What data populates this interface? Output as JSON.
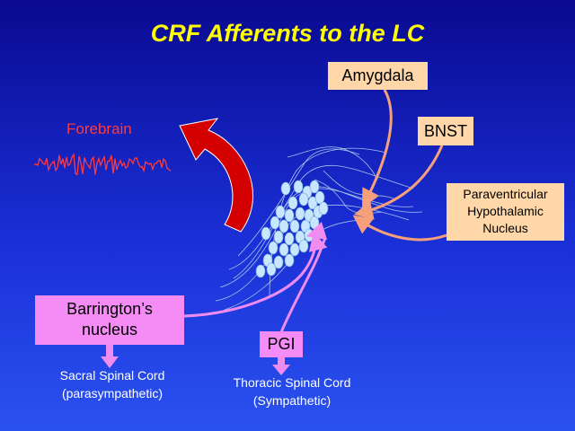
{
  "title": "CRF Afferents to the LC",
  "forebrain_label": "Forebrain",
  "boxes": {
    "amygdala": "Amygdala",
    "bnst": "BNST",
    "pvn": [
      "Paraventricular",
      "Hypothalamic",
      "Nucleus"
    ],
    "barrington": [
      "Barrington’s",
      "nucleus"
    ],
    "pgi": "PGI"
  },
  "labels": {
    "sacral": [
      "Sacral Spinal Cord",
      "(parasympathetic)"
    ],
    "thoracic": [
      "Thoracic Spinal Cord",
      "(Sympathetic)"
    ]
  },
  "colors": {
    "title": "#ffff00",
    "orange_box": "#ffd7a8",
    "pink_box": "#f58cf5",
    "orange_arrow": "#f5a07a",
    "pink_arrow": "#f08cf0",
    "forebrain": "#ff3a3a",
    "neurons": "#c8e6ff"
  }
}
